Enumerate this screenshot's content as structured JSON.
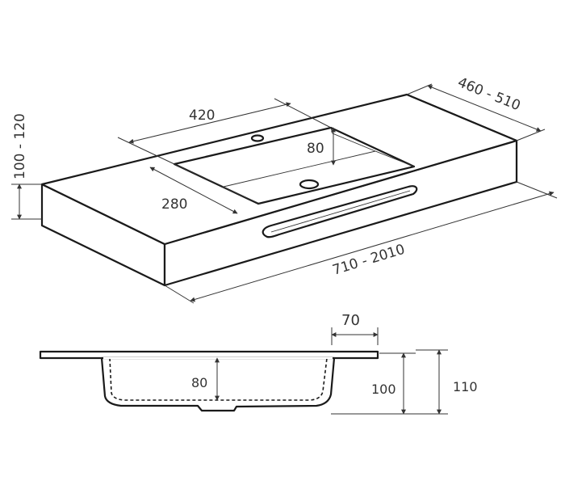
{
  "dimensions": {
    "depth_range": "460 - 510",
    "basin_width": "420",
    "basin_depth_top": "80",
    "basin_length": "280",
    "height_range": "100 - 120",
    "length_range": "710 - 2010",
    "rim_width": "70",
    "section_basin_depth": "80",
    "section_inner_height": "100",
    "section_total_height": "110"
  },
  "colors": {
    "line": "#1a1a1a",
    "text": "#333333",
    "background": "#ffffff"
  }
}
